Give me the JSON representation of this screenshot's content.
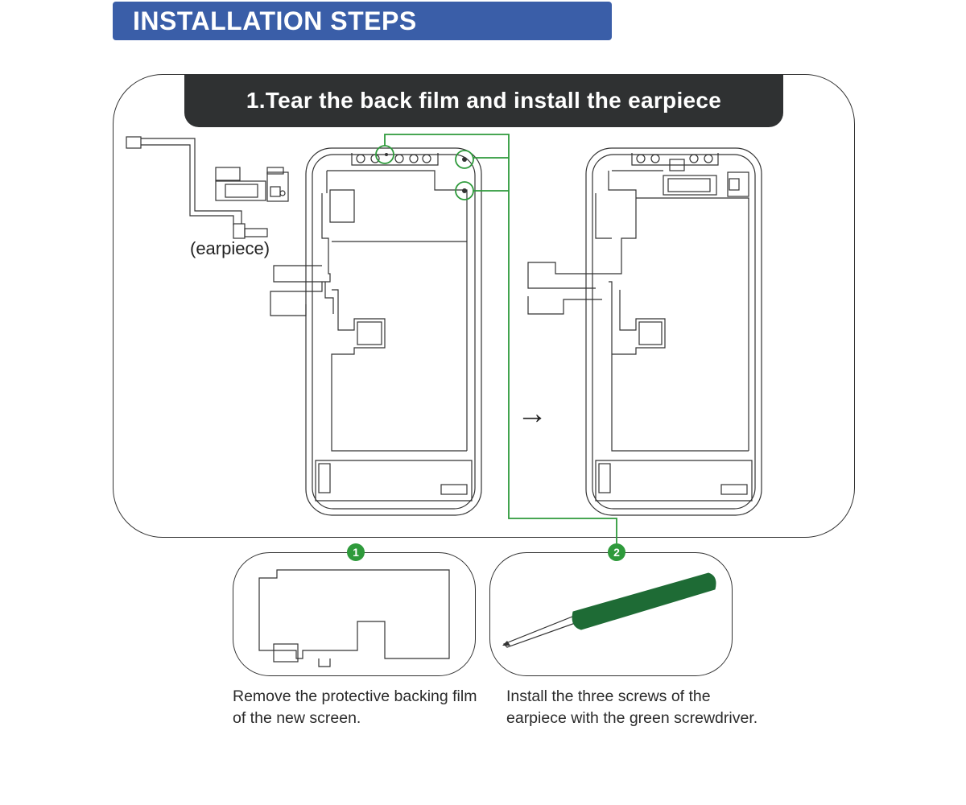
{
  "header": {
    "title": "INSTALLATION STEPS"
  },
  "step": {
    "title": "1.Tear the back film and install the earpiece",
    "part_label": "(earpiece)",
    "arrow": "→"
  },
  "substeps": [
    {
      "number": "1",
      "caption_line1": "Remove the protective backing film",
      "caption_line2": "of the new screen."
    },
    {
      "number": "2",
      "caption_line1": "Install the three screws of the",
      "caption_line2": "earpiece with the green screwdriver."
    }
  ],
  "colors": {
    "banner": "#3a5ea8",
    "step_tab": "#2f3132",
    "highlight_green": "#2e9a3b",
    "screwdriver_green": "#1e6b35"
  }
}
